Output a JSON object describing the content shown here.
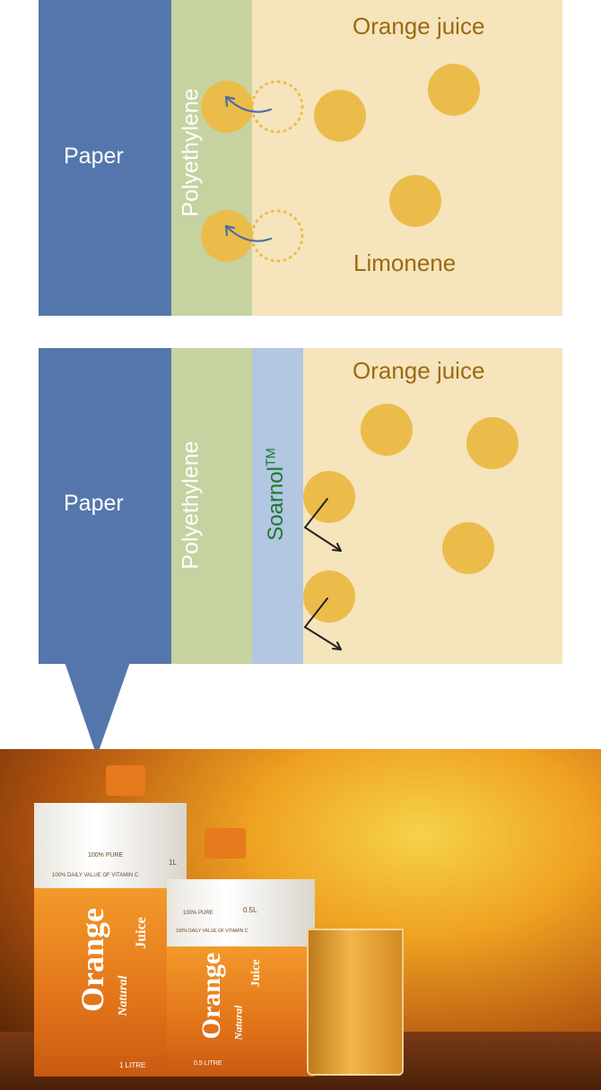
{
  "top_panel": {
    "layers": {
      "paper": "Paper",
      "polyethylene": "Polyethylene"
    },
    "juice_label": "Orange juice",
    "molecule_label": "Limonene"
  },
  "bottom_panel": {
    "layers": {
      "paper": "Paper",
      "polyethylene": "Polyethylene",
      "soarnol": "Soarnol",
      "soarnol_mark": "TM"
    },
    "juice_label": "Orange juice"
  },
  "photo": {
    "large_carton": {
      "brand_script": "Natural",
      "brand": "Orange",
      "sub": "Juice",
      "size": "1 LITRE",
      "size_short": "1L",
      "claim": "100% PURE",
      "vitamin": "100% DAILY VALUE OF VITAMIN C"
    },
    "small_carton": {
      "brand_script": "Natural",
      "brand": "Orange",
      "sub": "Juice",
      "size": "0.5 LITRE",
      "size_short": "0.5L",
      "claim": "100% PURE",
      "vitamin": "100% DAILY VALUE OF VITAMIN C"
    }
  },
  "colors": {
    "paper": "#5576ac",
    "polyethylene": "#c6d3a1",
    "soarnol": "#b3c6e2",
    "juice": "#f5e4bc",
    "limonene": "#ecbc4a",
    "arrow_migrate": "#4a6fa5",
    "arrow_reflect": "#222222"
  }
}
